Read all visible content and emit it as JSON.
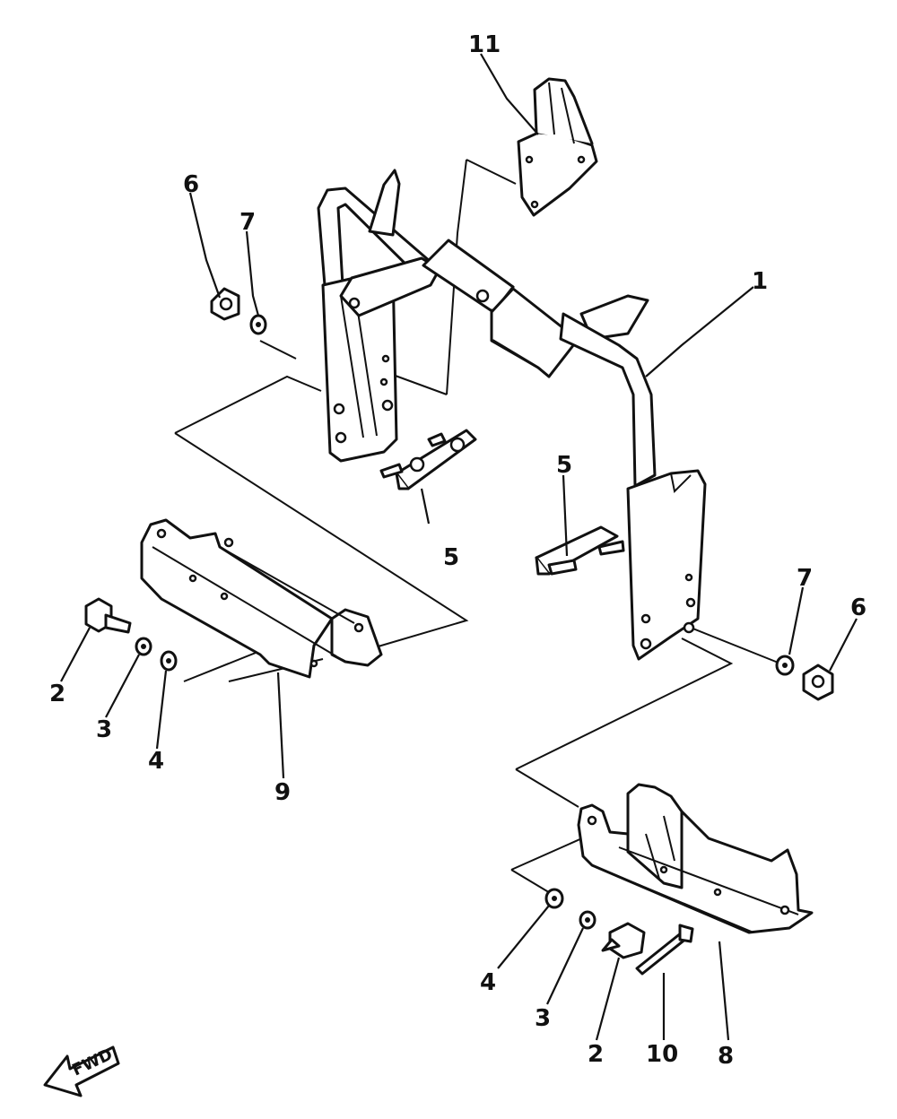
{
  "diagram": {
    "callouts": {
      "c11": "11",
      "c1": "1",
      "c6_left": "6",
      "c7_left": "7",
      "c5_left": "5",
      "c5_right": "5",
      "c7_right": "7",
      "c6_right": "6",
      "c2_left": "2",
      "c3_left": "3",
      "c4_left": "4",
      "c9": "9",
      "c4_right": "4",
      "c3_right": "3",
      "c2_right": "2",
      "c10": "10",
      "c8": "8"
    },
    "direction_label": "FWD"
  }
}
